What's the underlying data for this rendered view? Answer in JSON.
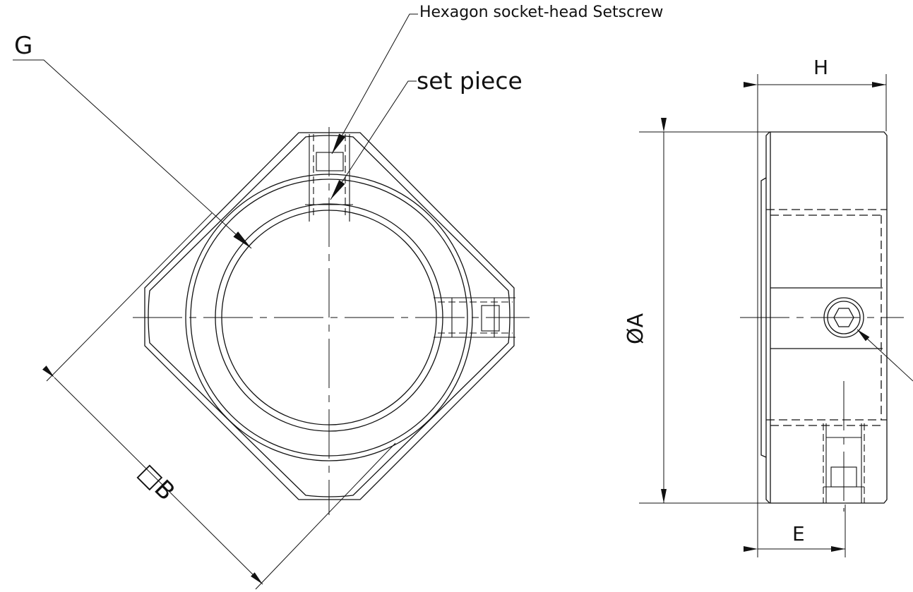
{
  "labels": {
    "setscrew": "Hexagon socket-head Setscrew",
    "set_piece": "set piece",
    "g": "G",
    "b": "□B",
    "h": "H",
    "a": "ØA",
    "e": "E"
  },
  "colors": {
    "line": "#111111",
    "background": "#ffffff"
  }
}
